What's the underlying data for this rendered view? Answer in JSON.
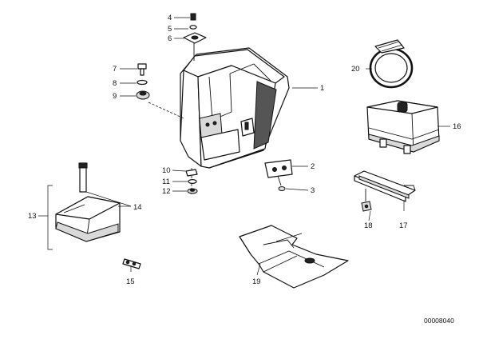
{
  "diagram": {
    "callouts": [
      {
        "id": "c1",
        "text": "1"
      },
      {
        "id": "c2",
        "text": "2"
      },
      {
        "id": "c3",
        "text": "3"
      },
      {
        "id": "c4",
        "text": "4"
      },
      {
        "id": "c5",
        "text": "5"
      },
      {
        "id": "c6",
        "text": "6"
      },
      {
        "id": "c7",
        "text": "7"
      },
      {
        "id": "c8",
        "text": "8"
      },
      {
        "id": "c9",
        "text": "9"
      },
      {
        "id": "c10",
        "text": "10"
      },
      {
        "id": "c11",
        "text": "11"
      },
      {
        "id": "c12",
        "text": "12"
      },
      {
        "id": "c13",
        "text": "13"
      },
      {
        "id": "c14",
        "text": "14"
      },
      {
        "id": "c15",
        "text": "15"
      },
      {
        "id": "c16",
        "text": "16"
      },
      {
        "id": "c17",
        "text": "17"
      },
      {
        "id": "c18",
        "text": "18"
      },
      {
        "id": "c19",
        "text": "19"
      },
      {
        "id": "c20",
        "text": "20"
      }
    ],
    "document_number": "00008040"
  }
}
